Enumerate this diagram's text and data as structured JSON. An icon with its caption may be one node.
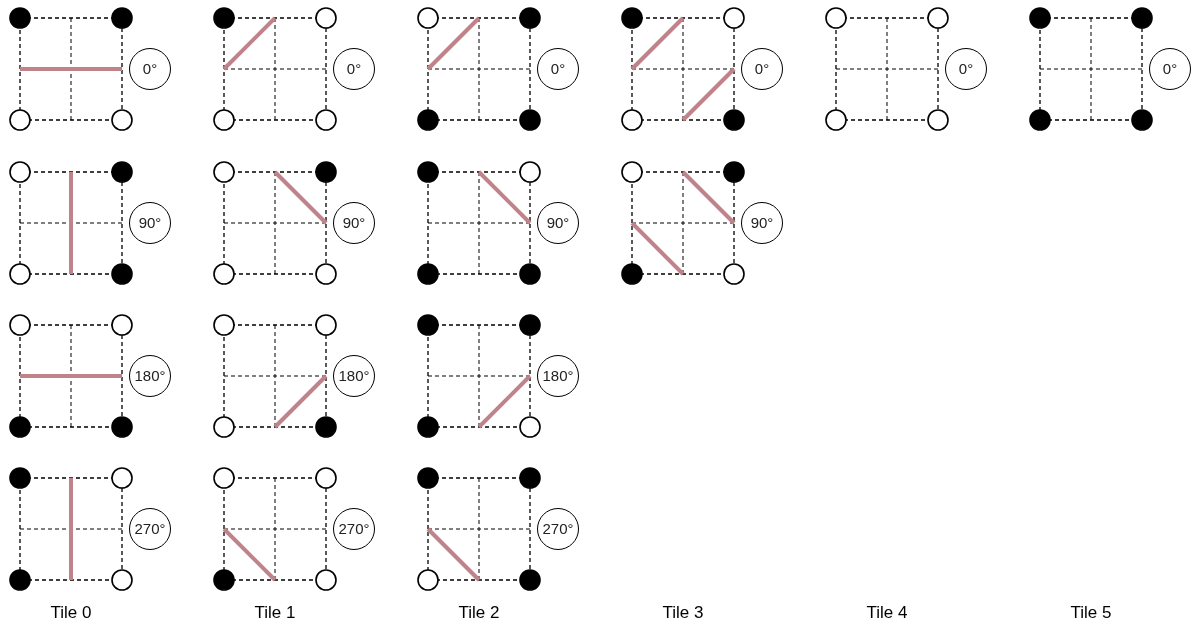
{
  "diagram": {
    "nodes": [
      {
        "text": [
          "0°"
        ]
      },
      {
        "text": [
          "0°"
        ]
      },
      {
        "text": [
          "0°"
        ]
      },
      {
        "text": [
          "0°"
        ]
      },
      {
        "text": [
          "0°"
        ]
      },
      {
        "text": [
          "0°"
        ]
      },
      {
        "text": [
          "90°"
        ]
      },
      {
        "text": [
          "90°"
        ]
      },
      {
        "text": [
          "90°"
        ]
      },
      {
        "text": [
          "90°"
        ]
      },
      {
        "text": [
          "180°"
        ]
      },
      {
        "text": [
          "180°"
        ]
      },
      {
        "text": [
          "180°"
        ]
      },
      {
        "text": [
          "270°"
        ]
      },
      {
        "text": [
          "270°"
        ]
      },
      {
        "text": [
          "270°"
        ]
      }
    ],
    "labels": [
      "Tile 0",
      "Tile 1",
      "Tile 2",
      "Tile 3",
      "Tile 4",
      "Tile 5"
    ]
  }
}
